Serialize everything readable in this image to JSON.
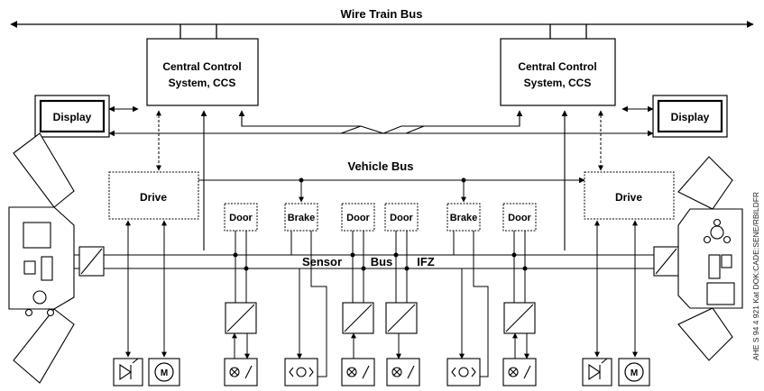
{
  "labels": {
    "wire_train_bus": "Wire Train Bus",
    "vehicle_bus": "Vehicle Bus",
    "sensor": "Sensor",
    "bus": "Bus",
    "ifz": "IFZ",
    "ccs_line1": "Central Control",
    "ccs_line2": "System, CCS",
    "display": "Display",
    "drive": "Drive",
    "door": "Door",
    "brake": "Brake",
    "motor": "M",
    "side_note": "AHE S 94 4 921 Kat  DOK:CADE:SENE/RBILDFR"
  }
}
